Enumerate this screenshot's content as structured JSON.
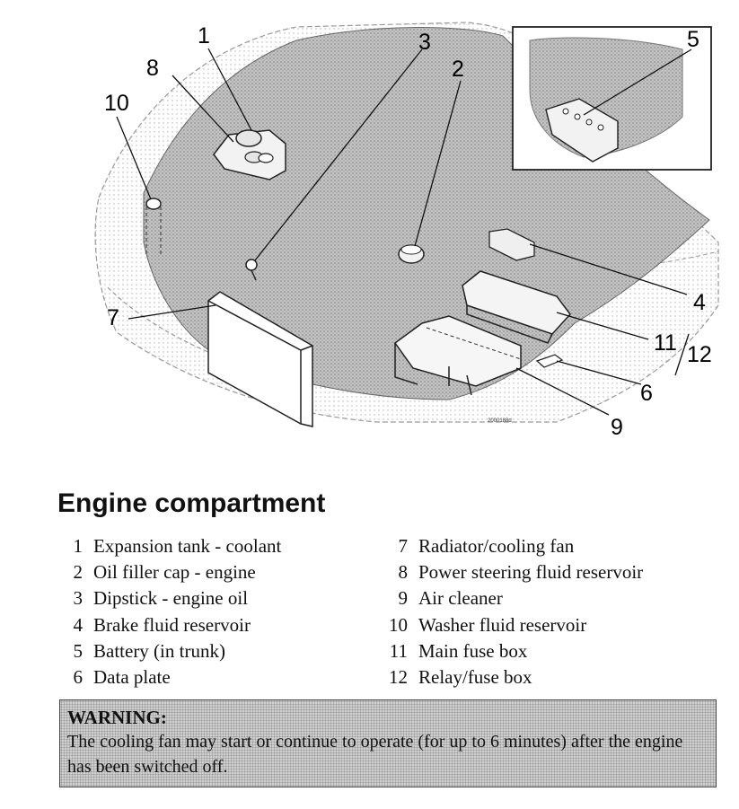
{
  "diagram": {
    "callouts": [
      "1",
      "2",
      "3",
      "4",
      "5",
      "6",
      "7",
      "8",
      "9",
      "10",
      "11",
      "12"
    ],
    "image_code": "2000188d"
  },
  "section": {
    "title": "Engine compartment"
  },
  "legend": {
    "left": [
      {
        "num": "1",
        "label": "Expansion tank - coolant"
      },
      {
        "num": "2",
        "label": "Oil filler cap - engine"
      },
      {
        "num": "3",
        "label": "Dipstick - engine oil"
      },
      {
        "num": "4",
        "label": "Brake fluid reservoir"
      },
      {
        "num": "5",
        "label": "Battery (in trunk)"
      },
      {
        "num": "6",
        "label": "Data plate"
      }
    ],
    "right": [
      {
        "num": "7",
        "label": "Radiator/cooling fan"
      },
      {
        "num": "8",
        "label": "Power steering fluid reservoir"
      },
      {
        "num": "9",
        "label": "Air cleaner"
      },
      {
        "num": "10",
        "label": "Washer fluid reservoir"
      },
      {
        "num": "11",
        "label": "Main fuse box"
      },
      {
        "num": "12",
        "label": "Relay/fuse box"
      }
    ]
  },
  "warning": {
    "title": "WARNING:",
    "text": "The cooling fan may start or continue to operate (for up to 6 minutes) after the engine has been switched off."
  },
  "colors": {
    "hood_fill": "#b8b8b8",
    "warning_bg": "#cfcfcf"
  }
}
